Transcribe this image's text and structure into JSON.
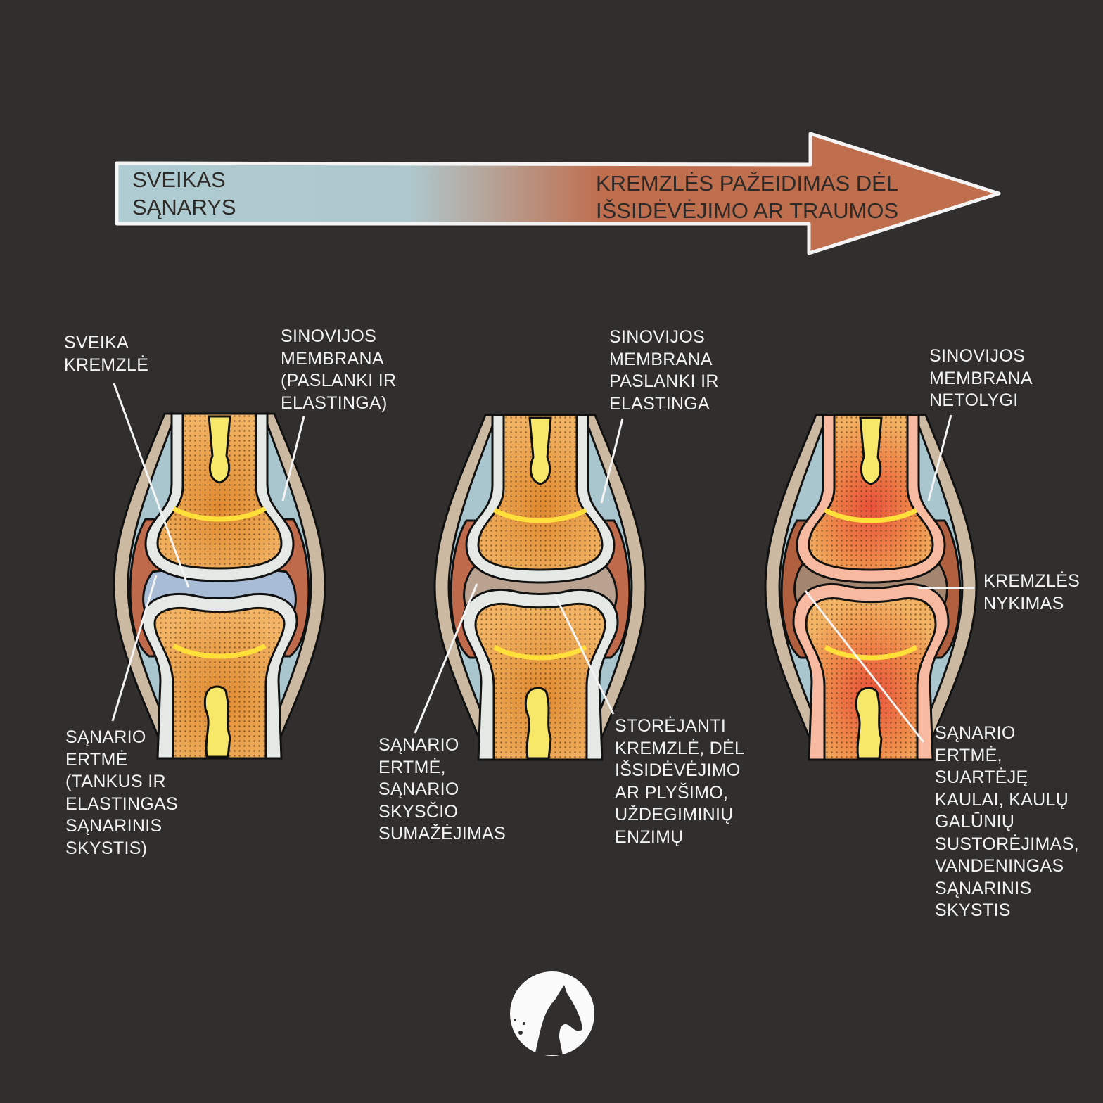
{
  "banner": {
    "start_label": "SVEIKAS\nSĄNARYS",
    "end_label": "KREMZLĖS PAŽEIDIMAS DĖL\nIŠSIDĖVĖJIMO AR TRAUMOS",
    "colors": {
      "healthy": "#aeccd2",
      "damaged": "#bf6e4e"
    }
  },
  "joints": [
    {
      "name": "healthy-joint",
      "labels": {
        "cartilage": "SVEIKA\nKREMZLĖ",
        "membrane": "SINOVIJOS\nMEMBRANA\n(PASLANKI IR\nELASTINGA)",
        "cavity": "SĄNARIO\nERTMĖ\n(TANKUS IR\nELASTINGAS\nSĄNARINIS\nSKYSTIS)"
      }
    },
    {
      "name": "early-damage-joint",
      "labels": {
        "membrane": "SINOVIJOS\nMEMBRANA\nPASLANKI IR\nELASTINGA",
        "cavity": "SĄNARIO\nERTMĖ,\nSĄNARIO\nSKYSČIO\nSUMAŽĖJIMAS",
        "cartilage": "STORĖJANTI\nKREMZLĖ, DĖL\nIŠSIDĖVĖJIMO\nAR PLYŠIMO,\nUŽDEGIMINIŲ\nENZIMŲ"
      }
    },
    {
      "name": "damaged-joint",
      "labels": {
        "membrane": "SINOVIJOS\nMEMBRANA\nNETOLYGI",
        "cartilage": "KREMZLĖS\nNYKIMAS",
        "cavity": "SĄNARIO\nERTMĖ,\nSUARTĖJĘ\nKAULAI, KAULŲ\nGALŪNIŲ\nSUSTORĖJIMAS,\nVANDENINGAS\nSĄNARINIS\nSKYSTIS"
      }
    }
  ],
  "logo": {
    "icon": "horse-head-icon"
  }
}
